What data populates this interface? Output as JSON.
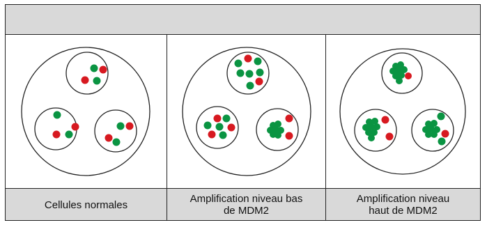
{
  "colors": {
    "red_dot": "#d71920",
    "green_dot": "#0a9442",
    "outline": "#222222",
    "header_bg": "#d9d9d9"
  },
  "header": {
    "title": ""
  },
  "panels": [
    {
      "caption": "Cellules normales",
      "amplification": "none"
    },
    {
      "caption": "Amplification niveau bas\nde MDM2",
      "amplification": "low"
    },
    {
      "caption": "Amplification niveau\nhaut de MDM2",
      "amplification": "high"
    }
  ]
}
